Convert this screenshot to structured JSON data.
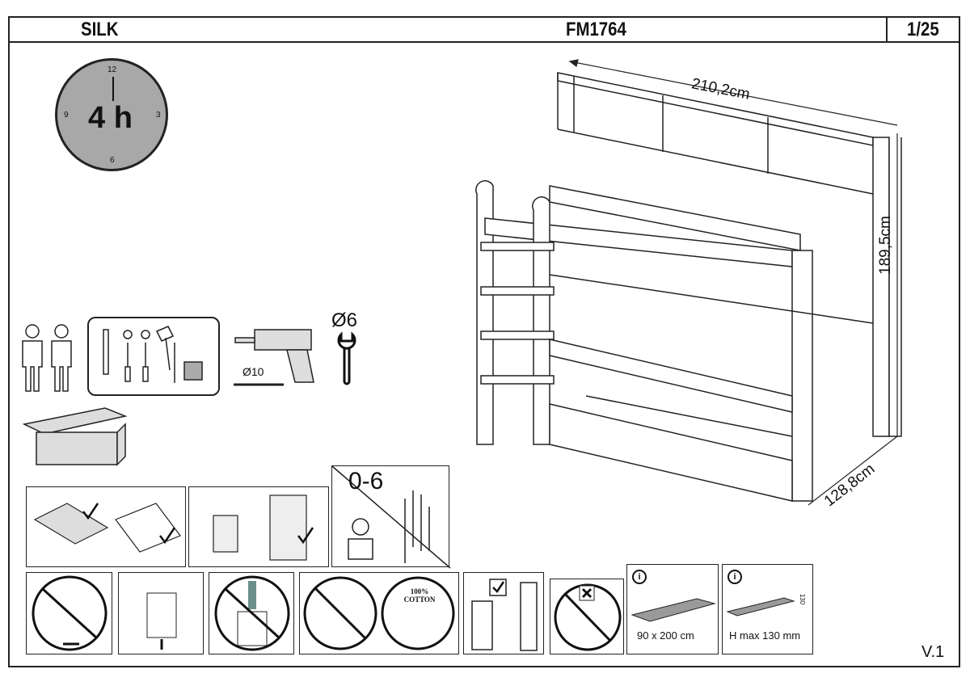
{
  "header": {
    "series": "SILK",
    "model": "FM1764",
    "page": "1/25"
  },
  "clock": {
    "time": "4 h",
    "n12": "12",
    "n3": "3",
    "n6": "6",
    "n9": "9"
  },
  "tools": {
    "drill_bit": "Ø10",
    "wrench": "Ø6"
  },
  "dimensions": {
    "width": "210,2cm",
    "height": "189,5cm",
    "depth": "128,8cm"
  },
  "warnings": {
    "age": "0-6",
    "cotton": "100% COTTON"
  },
  "mattress": {
    "size": "90 x 200 cm",
    "height": "H max 130 mm",
    "height_mark": "130"
  },
  "version": "V.1"
}
